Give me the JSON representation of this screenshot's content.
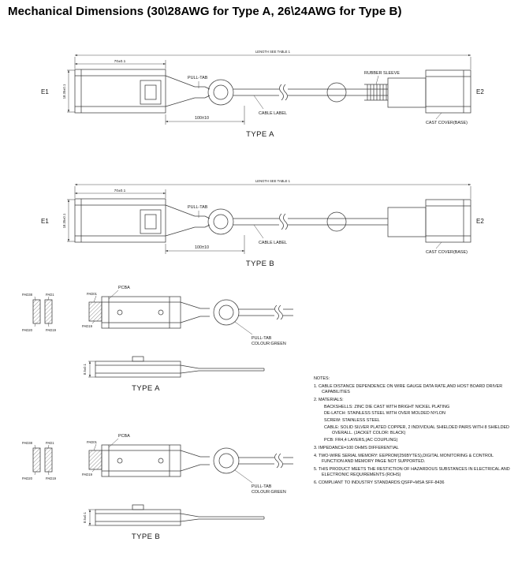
{
  "title": "Mechanical Dimensions (30\\28AWG for Type A, 26\\24AWG for Type B)",
  "type_a": {
    "caption": "TYPE A",
    "e1": "E1",
    "e2": "E2",
    "length_dim": "LENGTH SEE TABLE 1",
    "connector_dim": "70±0.1",
    "width_dim": "18.35±0.1",
    "pulltab_dim": "100±10",
    "pull_tab": "PULL-TAB",
    "rubber_sleeve": "RUBBER SLEEVE",
    "cable_label": "CABLE LABEL",
    "cast_cover": "CAST COVER(BASE)"
  },
  "type_b": {
    "caption": "TYPE B",
    "e1": "E1",
    "e2": "E2",
    "length_dim": "LENGTH SEE TABLE 1",
    "connector_dim": "70±0.1",
    "width_dim": "18.35±0.1",
    "pulltab_dim": "100±10",
    "pull_tab": "PULL-TAB",
    "cable_label": "CABLE LABEL",
    "cast_cover": "CAST COVER(BASE)"
  },
  "detail_a": {
    "caption": "TYPE A",
    "pcba": "PCBA",
    "pad01": "PAD01",
    "pad19": "PAD19",
    "pad_top_left": "PAD38",
    "pad_top_right": "PAD1",
    "pad_bottom_left": "PAD20",
    "pad_bottom_right": "PAD19",
    "pull_tab_line1": "PULL-TAB",
    "pull_tab_line2": "COLOUR:GREEN",
    "height_dim": "8.5±0.1"
  },
  "detail_b": {
    "caption": "TYPE B",
    "pcba": "PCBA",
    "pad01": "PAD01",
    "pad19": "PAD19",
    "pad_top_left": "PAD38",
    "pad_top_right": "PAD1",
    "pad_bottom_left": "PAD20",
    "pad_bottom_right": "PAD19",
    "pull_tab_line1": "PULL-TAB",
    "pull_tab_line2": "COLOUR:GREEN",
    "height_dim": "8.5±0.1"
  },
  "notes": {
    "heading": "NOTES:",
    "items": [
      {
        "text": "1. CABLE DISTANCE DEPENDENCE ON WIRE GAUGE DATA RATE,AND HOST BOARD DRIVER CAPABILITIES"
      },
      {
        "text": "2. MATERIALS:"
      },
      {
        "text": "BACKSHELLS: ZINC DIE CAST WITH BRIGHT NICKEL PLATING"
      },
      {
        "text": "DE-LATCH: STAINLESS STEEL WITH OVER MOLDED NYLON"
      },
      {
        "text": "SCREW: STAINLESS STEEL"
      },
      {
        "text": "CABLE: SOLID SILVER PLATED COPPER, 2 INDIVIDUAL SHIELDED PAIRS WITH 8 SHIELDED OVERALL.  (JACKET COLOR: BLACK)"
      },
      {
        "text": "PCB: FR4,4 LAYERS,(AC COUPLING)"
      },
      {
        "text": "3. IMPEDANCE=100 OHMS DIFFERENTIAL"
      },
      {
        "text": "4. TWO-WIRE SERIAL MEMORY: EEPROM(256BYTES),DIGITAL MONITORING & CONTROL FUNCTION AND MEMORY PAGE NOT SUPPORTED."
      },
      {
        "text": "5. THIS PRODUCT MEETS THE RESTICTION OF HAZARDOUS SUBSTANCES IN ELECTRICAL AND ELECTRONIC REQUIREMENTS (ROHS)"
      },
      {
        "text": "6. COMPLIANT TO INDUSTRY STANDARDS:QSFP+MSA SFF-8436"
      }
    ]
  }
}
